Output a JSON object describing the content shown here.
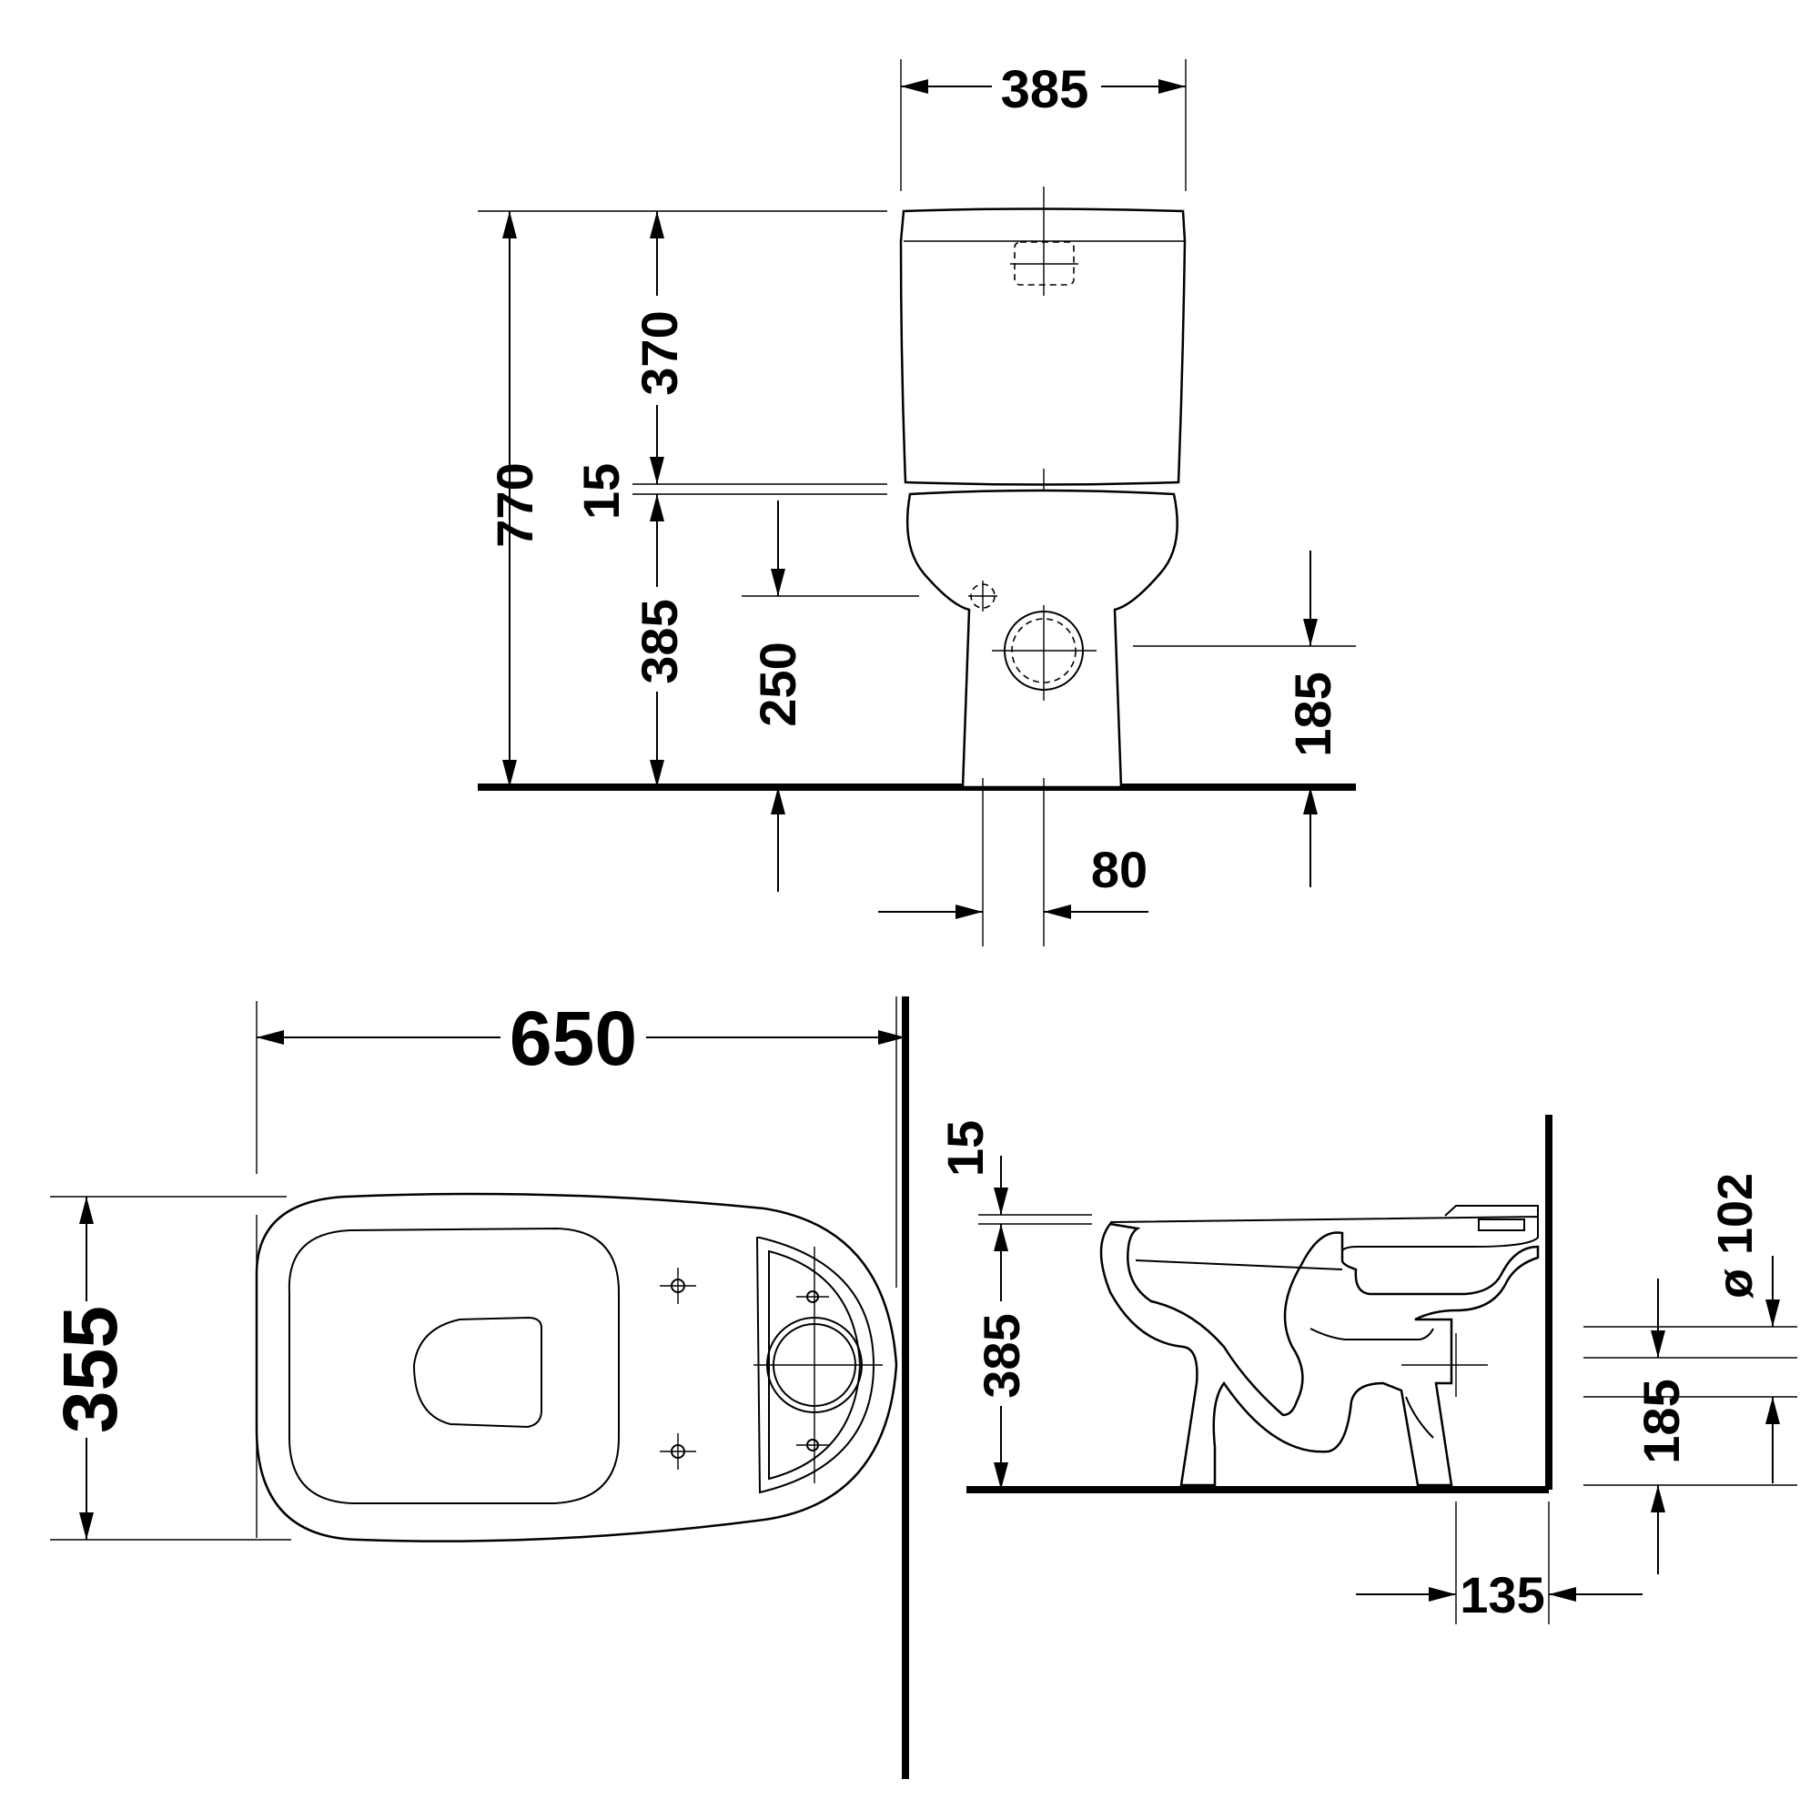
{
  "front_view": {
    "width_total": "385",
    "height_total": "770",
    "cistern_height": "370",
    "gap": "15",
    "bowl_height": "385",
    "inlet_height": "250",
    "outlet_height": "185",
    "outlet_offset": "80"
  },
  "top_view": {
    "length": "650",
    "width": "355"
  },
  "side_view": {
    "gap": "15",
    "rim_height": "385",
    "outlet_diameter": "ø 102",
    "outlet_height": "185",
    "wall_distance": "135"
  }
}
